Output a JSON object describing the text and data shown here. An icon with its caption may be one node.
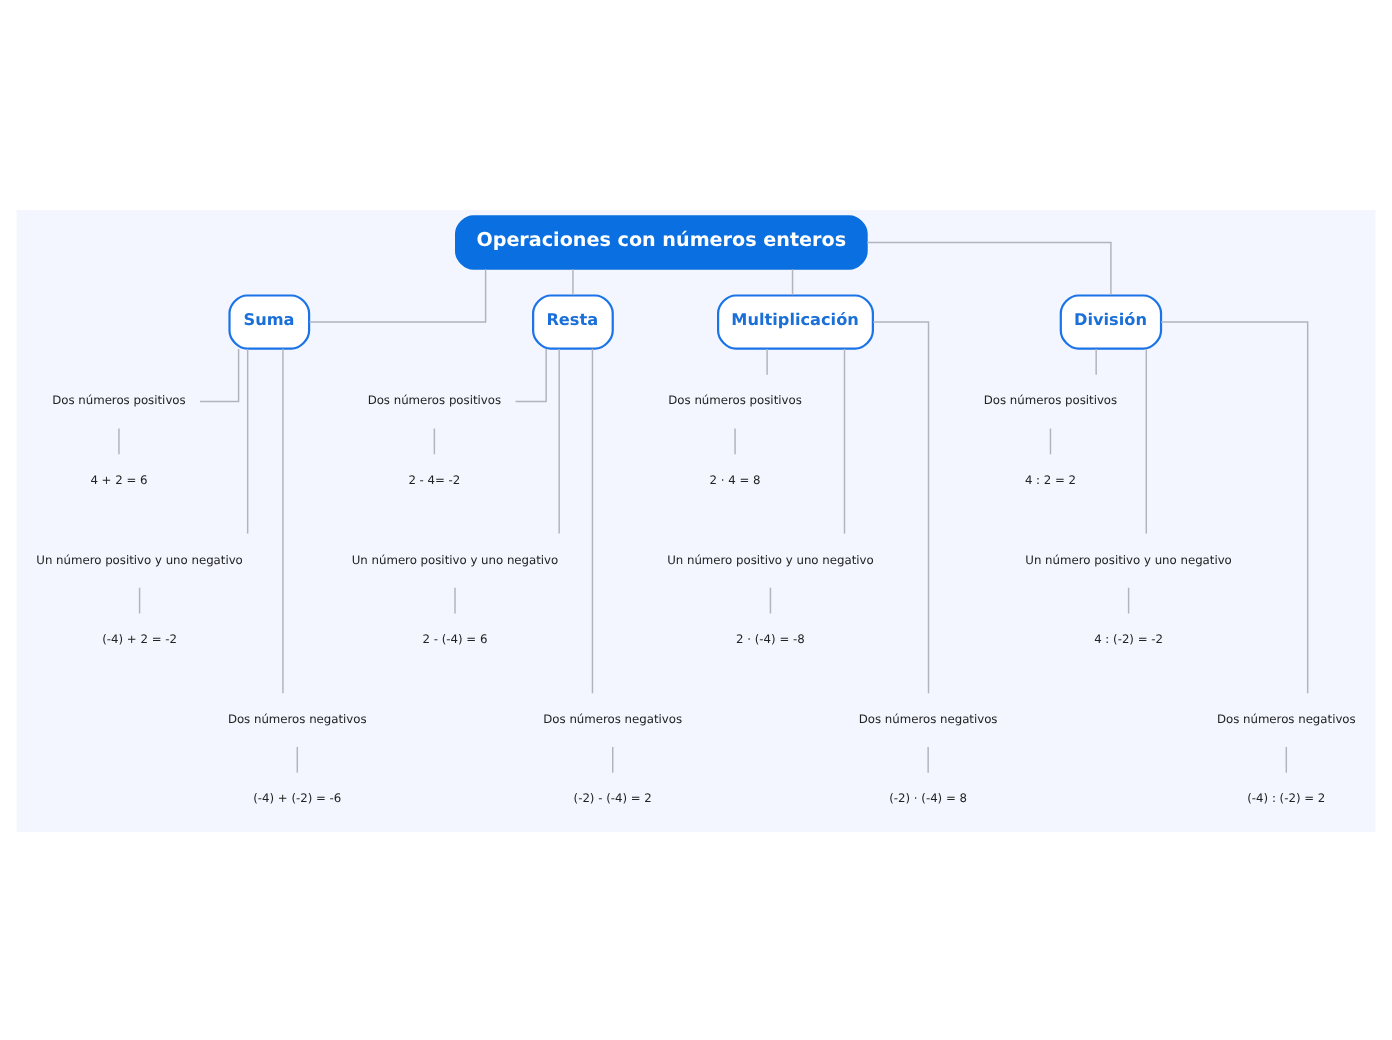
{
  "diagram": {
    "nodes": [
      {
        "text": [
          "Operaciones con números enteros"
        ]
      },
      {
        "text": [
          "Suma"
        ]
      },
      {
        "text": [
          "Dos números positivos"
        ]
      },
      {
        "text": [
          "4 + 2 = 6"
        ]
      },
      {
        "text": [
          "Un número positivo y uno negativo"
        ]
      },
      {
        "text": [
          "(-4) + 2 = -2"
        ]
      },
      {
        "text": [
          "Dos números negativos"
        ]
      },
      {
        "text": [
          "(-4) + (-2) = -6"
        ]
      },
      {
        "text": [
          "Resta"
        ]
      },
      {
        "text": [
          "Dos números positivos"
        ]
      },
      {
        "text": [
          "2 - 4= -2"
        ]
      },
      {
        "text": [
          "Un número positivo y uno negativo"
        ]
      },
      {
        "text": [
          "2 - (-4) = 6"
        ]
      },
      {
        "text": [
          "Dos números negativos"
        ]
      },
      {
        "text": [
          "(-2) - (-4) = 2"
        ]
      },
      {
        "text": [
          "Multiplicación"
        ]
      },
      {
        "text": [
          "Dos números positivos"
        ]
      },
      {
        "text": [
          "2 · 4 = 8"
        ]
      },
      {
        "text": [
          "Un número positivo y uno negativo"
        ]
      },
      {
        "text": [
          "2 · (-4) = -8"
        ]
      },
      {
        "text": [
          "Dos números negativos"
        ]
      },
      {
        "text": [
          "(-2) · (-4) = 8"
        ]
      },
      {
        "text": [
          "División"
        ]
      },
      {
        "text": [
          "Dos números positivos"
        ]
      },
      {
        "text": [
          "4 : 2 = 2"
        ]
      },
      {
        "text": [
          "Un número positivo y uno negativo"
        ]
      },
      {
        "text": [
          "4 : (-2) = -2"
        ]
      },
      {
        "text": [
          "Dos números negativos"
        ]
      },
      {
        "text": [
          "(-4) : (-2) = 2"
        ]
      }
    ],
    "edges": [
      {
        "from": 0,
        "to": 1,
        "arrow": "none"
      },
      {
        "from": 0,
        "to": 8,
        "arrow": "none"
      },
      {
        "from": 0,
        "to": 15,
        "arrow": "none"
      },
      {
        "from": 0,
        "to": 22,
        "arrow": "none"
      },
      {
        "from": 1,
        "to": 2,
        "arrow": "none"
      },
      {
        "from": 2,
        "to": 3,
        "arrow": "none"
      },
      {
        "from": 1,
        "to": 4,
        "arrow": "none"
      },
      {
        "from": 4,
        "to": 5,
        "arrow": "none"
      },
      {
        "from": 1,
        "to": 6,
        "arrow": "none"
      },
      {
        "from": 6,
        "to": 7,
        "arrow": "none"
      },
      {
        "from": 8,
        "to": 9,
        "arrow": "none"
      },
      {
        "from": 9,
        "to": 10,
        "arrow": "none"
      },
      {
        "from": 8,
        "to": 11,
        "arrow": "none"
      },
      {
        "from": 11,
        "to": 12,
        "arrow": "none"
      },
      {
        "from": 8,
        "to": 13,
        "arrow": "none"
      },
      {
        "from": 13,
        "to": 14,
        "arrow": "none"
      },
      {
        "from": 15,
        "to": 16,
        "arrow": "none"
      },
      {
        "from": 16,
        "to": 17,
        "arrow": "none"
      },
      {
        "from": 15,
        "to": 18,
        "arrow": "none"
      },
      {
        "from": 18,
        "to": 19,
        "arrow": "none"
      },
      {
        "from": 15,
        "to": 20,
        "arrow": "none"
      },
      {
        "from": 20,
        "to": 21,
        "arrow": "none"
      },
      {
        "from": 22,
        "to": 23,
        "arrow": "none"
      },
      {
        "from": 23,
        "to": 24,
        "arrow": "none"
      },
      {
        "from": 22,
        "to": 25,
        "arrow": "none"
      },
      {
        "from": 25,
        "to": 26,
        "arrow": "none"
      },
      {
        "from": 22,
        "to": 27,
        "arrow": "none"
      },
      {
        "from": 27,
        "to": 28,
        "arrow": "none"
      }
    ]
  }
}
